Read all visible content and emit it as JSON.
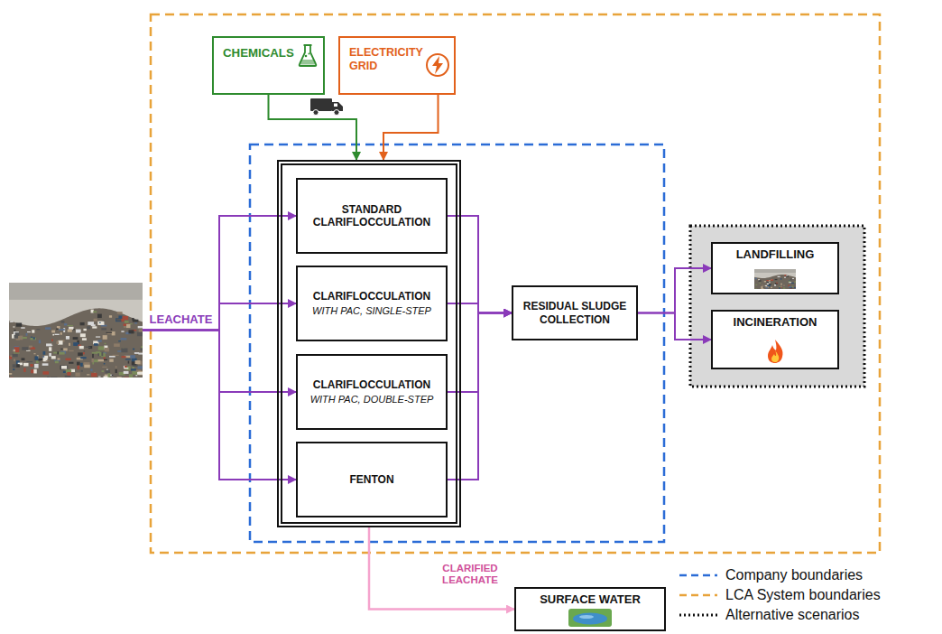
{
  "diagram": {
    "nodes": [
      {
        "text": []
      },
      {
        "text": [
          "CHEMICALS"
        ]
      },
      {
        "text": [
          "ELECTRICITY GRID"
        ]
      },
      {
        "text": []
      },
      {
        "text": [
          "STANDARD CLARIFLOCCULATION"
        ],
        "in": 3
      },
      {
        "text": [
          "CLARIFLOCCULATION",
          "WITH PAC, SINGLE-STEP"
        ],
        "in": 3
      },
      {
        "text": [
          "CLARIFLOCCULATION",
          "WITH PAC, DOUBLE-STEP"
        ],
        "in": 3
      },
      {
        "text": [
          "FENTON"
        ],
        "in": 3
      },
      {
        "text": [
          "RESIDUAL SLUDGE COLLECTION"
        ]
      },
      {
        "text": [
          "LANDFILLING"
        ]
      },
      {
        "text": [
          "INCINERATION"
        ]
      },
      {
        "text": [
          "SURFACE WATER"
        ]
      }
    ],
    "edges": [
      {
        "from": 0,
        "to": 4,
        "arrow": "to",
        "label": "LEACHATE"
      },
      {
        "from": 0,
        "to": 5,
        "arrow": "to"
      },
      {
        "from": 0,
        "to": 6,
        "arrow": "to"
      },
      {
        "from": 0,
        "to": 7,
        "arrow": "to"
      },
      {
        "from": 1,
        "to": 3,
        "arrow": "to"
      },
      {
        "from": 2,
        "to": 3,
        "arrow": "to"
      },
      {
        "from": 4,
        "to": 8,
        "arrow": "to"
      },
      {
        "from": 5,
        "to": 8,
        "arrow": "to"
      },
      {
        "from": 6,
        "to": 8,
        "arrow": "to"
      },
      {
        "from": 7,
        "to": 8,
        "arrow": "to"
      },
      {
        "from": 8,
        "to": 9,
        "arrow": "to"
      },
      {
        "from": 8,
        "to": 10,
        "arrow": "to"
      },
      {
        "from": 3,
        "to": 11,
        "arrow": "to",
        "label": "CLARIFIED LEACHATE"
      }
    ],
    "legend": [
      {
        "text": "Company boundaries"
      },
      {
        "text": "LCA System boundaries"
      },
      {
        "text": "Alternative scenarios"
      }
    ]
  }
}
